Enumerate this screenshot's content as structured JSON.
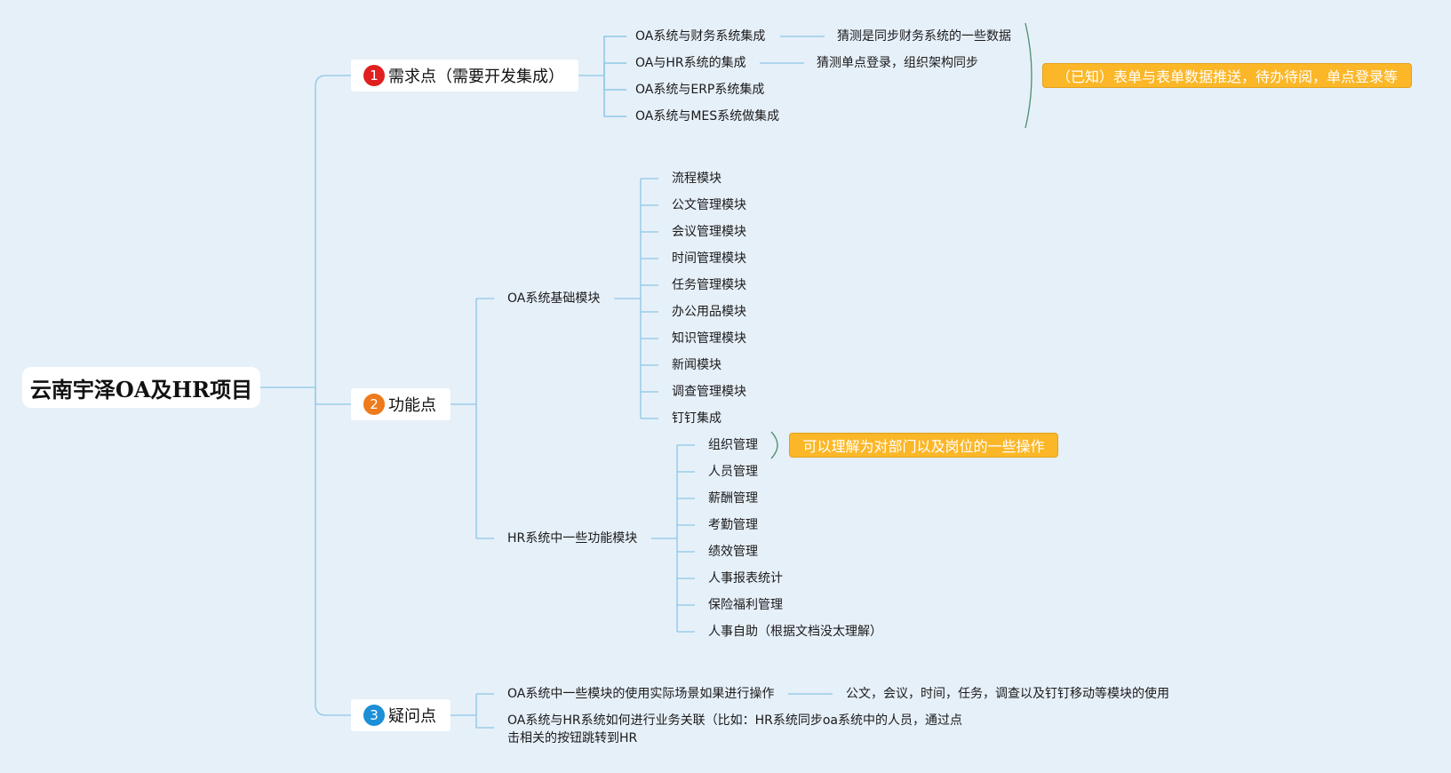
{
  "root": {
    "title": "云南宇泽OA及HR项目"
  },
  "branches": [
    {
      "badge": "1",
      "label": "需求点（需要开发集成）",
      "color": "#e02020"
    },
    {
      "badge": "2",
      "label": "功能点",
      "color": "#ee7a1c"
    },
    {
      "badge": "3",
      "label": "疑问点",
      "color": "#1c8fd6"
    }
  ],
  "requirements": {
    "items": [
      "OA系统与财务系统集成",
      "OA与HR系统的集成",
      "OA系统与ERP系统集成",
      "OA系统与MES系统做集成"
    ],
    "notes": [
      "猜测是同步财务系统的一些数据",
      "猜测单点登录，组织架构同步"
    ],
    "summary": "（已知）表单与表单数据推送，待办待阅，单点登录等"
  },
  "features": {
    "oa": {
      "label": "OA系统基础模块",
      "items": [
        "流程模块",
        "公文管理模块",
        "会议管理模块",
        "时间管理模块",
        "任务管理模块",
        "办公用品模块",
        "知识管理模块",
        "新闻模块",
        "调查管理模块",
        "钉钉集成"
      ]
    },
    "hr": {
      "label": "HR系统中一些功能模块",
      "items": [
        "组织管理",
        "人员管理",
        "薪酬管理",
        "考勤管理",
        "绩效管理",
        "人事报表统计",
        "保险福利管理",
        "人事自助（根据文档没太理解）"
      ],
      "summary": "可以理解为对部门以及岗位的一些操作"
    }
  },
  "questions": {
    "items": [
      "OA系统中一些模块的使用实际场景如果进行操作",
      "OA系统与HR系统如何进行业务关联（比如：HR系统同步oa系统中的人员，通过点击相关的按钮跳转到HR"
    ],
    "note": "公文，会议，时间，任务，调查以及钉钉移动等模块的使用"
  },
  "colors": {
    "line": "#8cc6e4",
    "summary_line": "#4a8f6a",
    "callout": "#fbb728"
  }
}
